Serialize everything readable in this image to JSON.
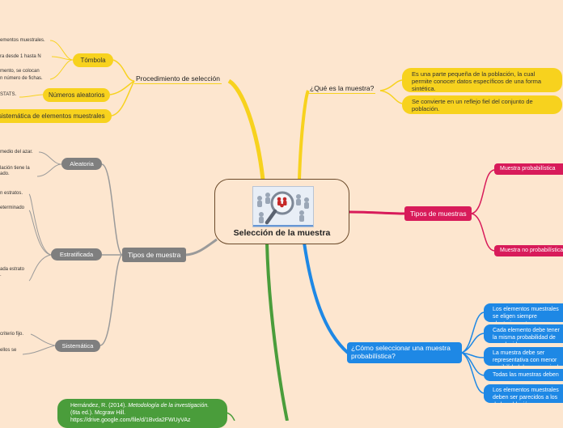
{
  "central": {
    "title": "Selección de la muestra",
    "image": "magnifier-people-icon"
  },
  "procedimiento": {
    "label": "Procedimiento de selección",
    "tombola": {
      "label": "Tómbola",
      "leaves": [
        "ementos muestrales.",
        "ra desde 1 hasta N",
        "mento, se colocan",
        "n número de fichas."
      ]
    },
    "numeros": {
      "label": "Números aleatorios",
      "leaf": "STATS."
    },
    "sistematica_leaf": "sistemática de elementos muestrales"
  },
  "que_es": {
    "label": "¿Qué es la muestra?",
    "items": [
      "Es una parte pequeña de la población, la cual permite conocer datos específicos de una forma sintética.",
      "Se convierte en un reflejo fiel del conjunto de población."
    ]
  },
  "tipos_muestras": {
    "label": "Tipos de muestras",
    "items": [
      "Muestra probabilística",
      "Muestra no probabilística"
    ]
  },
  "tipos_muestra": {
    "label": "Tipos de muestra",
    "aleatoria": {
      "label": "Aleatoria",
      "leaves": [
        "medio del azar.",
        "lación tiene la",
        "ado."
      ]
    },
    "estratificada": {
      "label": "Estratificada",
      "leaves": [
        "n estratos.",
        "eterminado",
        "ada estrato",
        "."
      ]
    },
    "sistematica": {
      "label": "Sistemática",
      "leaves": [
        "criterio fijo.",
        "ellos se"
      ]
    }
  },
  "como_seleccionar": {
    "label": "¿Cómo seleccionar una muestra probabilística?",
    "items": [
      "Los elementos muestrales se eligen siempre aleatoriamente",
      "Cada elemento debe tener la misma probabilidad de ser elegido.",
      "La muestra debe ser representativa con menor posibilidad de error y nivel",
      "Todas las muestras deben",
      "Los elementos muestrales deben ser parecidos a los de la población"
    ]
  },
  "referencia": {
    "text_pre": "Hernández, R. (2014). ",
    "text_italic": "Metodología de la investigación.",
    "text_post": " (6ta ed.). Mcgraw Hill. https://drive.google.com/file/d/1Bvda2FWUyVAz"
  },
  "colors": {
    "background": "#fde6cf",
    "yellow": "#f7d21e",
    "gray": "#7f7f7f",
    "magenta": "#d81b5a",
    "blue": "#1e88e5",
    "green": "#4a9d3b",
    "central_border": "#6b4a2a"
  }
}
